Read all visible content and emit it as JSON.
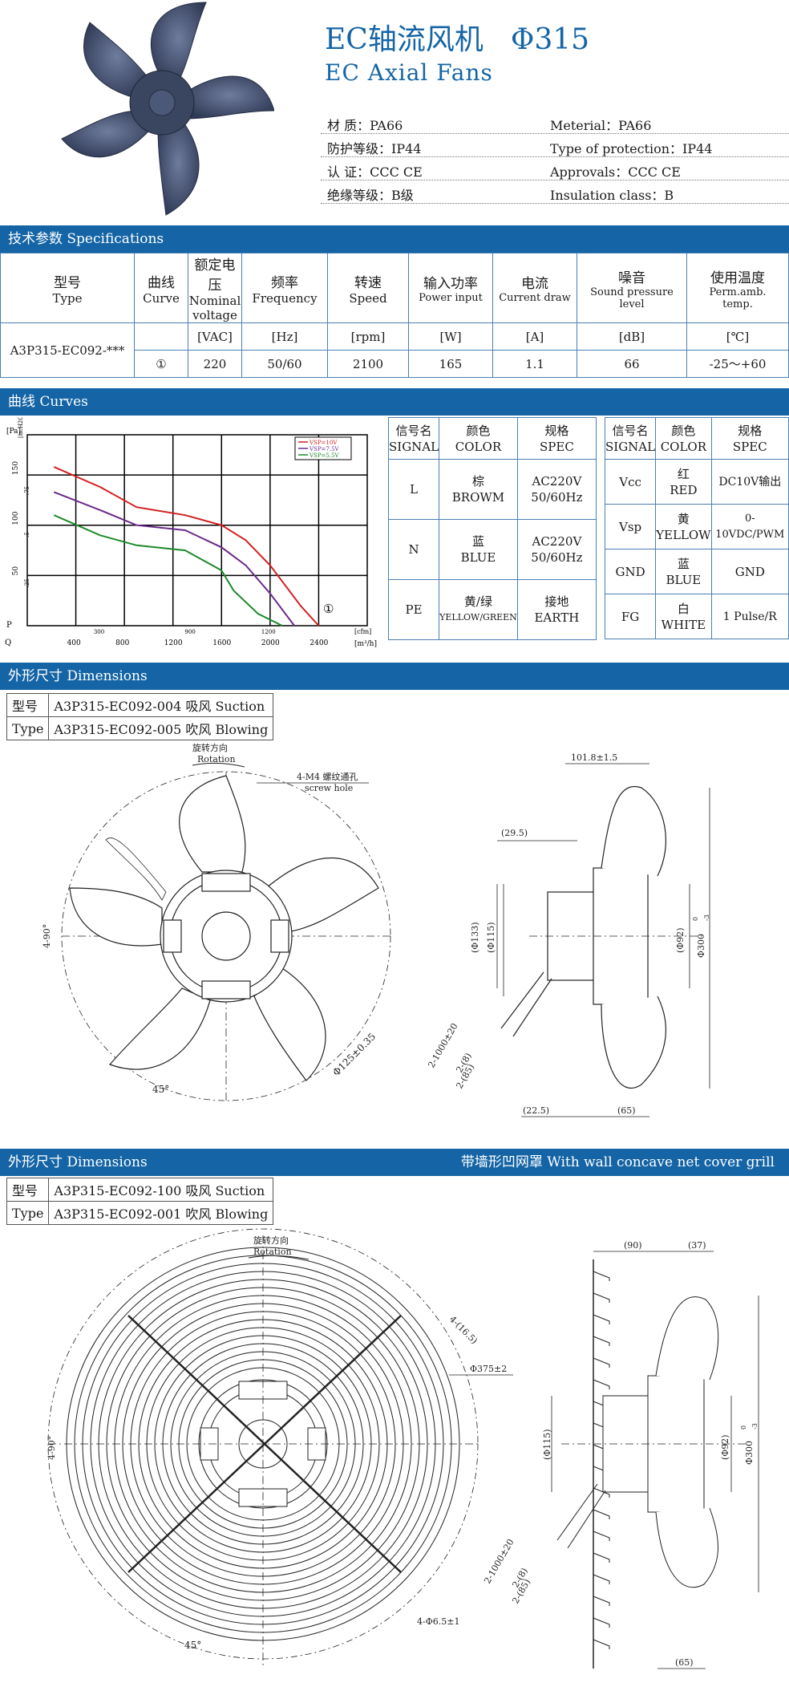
{
  "header": {
    "title_cn": "EC轴流风机",
    "title_num": "Φ315",
    "title_en": "EC Axial Fans"
  },
  "materials": [
    {
      "cn": "材    质：PA66",
      "en": "Meterial：PA66"
    },
    {
      "cn": "防护等级：IP44",
      "en": "Type of protection：IP44"
    },
    {
      "cn": "认    证：CCC CE",
      "en": "Approvals：CCC CE"
    },
    {
      "cn": "绝缘等级：B级",
      "en": "Insulation class：B"
    }
  ],
  "specs": {
    "bar": "技术参数 Specifications",
    "headers": [
      {
        "cn": "型号",
        "en": "Type"
      },
      {
        "cn": "曲线",
        "en": "Curve"
      },
      {
        "cn": "额定电压",
        "en": "Nominal",
        "en2": "voltage"
      },
      {
        "cn": "频率",
        "en": "Frequency"
      },
      {
        "cn": "转速",
        "en": "Speed"
      },
      {
        "cn": "输入功率",
        "en": "Power input"
      },
      {
        "cn": "电流",
        "en": "Current draw"
      },
      {
        "cn": "噪音",
        "en": "Sound pressure",
        "en2": "level"
      },
      {
        "cn": "使用温度",
        "en": "Perm.amb.",
        "en2": "temp."
      }
    ],
    "units": [
      "[VAC]",
      "[Hz]",
      "[rpm]",
      "[W]",
      "[A]",
      "[dB]",
      "[℃]"
    ],
    "model": "A3P315-EC092-***",
    "values": [
      "①",
      "220",
      "50/60",
      "2100",
      "165",
      "1.1",
      "66",
      "-25～+60"
    ]
  },
  "curves": {
    "bar": "曲线 Curves",
    "y_unit": "[Pa]",
    "y_unit2": "[in.H2O]",
    "x_unit": "[m³/h]",
    "x_unit2": "[cfm]",
    "yaxis_letter": "P",
    "xaxis_letter": "Q",
    "y_ticks": [
      "50",
      "100",
      "150"
    ],
    "y2_ticks": [
      ".25",
      ".5",
      ".75"
    ],
    "x_ticks": [
      "400",
      "800",
      "1200",
      "1600",
      "2000",
      "2400"
    ],
    "x2_ticks": [
      "300",
      "900",
      "1200"
    ],
    "curve_marker": "①"
  },
  "chart_data": {
    "type": "line",
    "xlabel": "[m³/h]",
    "ylabel": "[Pa]",
    "xlim": [
      0,
      2800
    ],
    "ylim": [
      0,
      190
    ],
    "series": [
      {
        "name": "VSP=10V",
        "color": "#d42020",
        "x": [
          220,
          600,
          900,
          1300,
          1600,
          1800,
          2000,
          2250,
          2400
        ],
        "y": [
          158,
          138,
          118,
          110,
          100,
          85,
          60,
          20,
          0
        ]
      },
      {
        "name": "VSP=7.5V",
        "color": "#6a2a8a",
        "x": [
          220,
          600,
          900,
          1300,
          1600,
          1800,
          2000,
          2200
        ],
        "y": [
          133,
          115,
          100,
          95,
          78,
          60,
          32,
          0
        ]
      },
      {
        "name": "VSP=5.5V",
        "color": "#1e8a2a",
        "x": [
          220,
          600,
          900,
          1300,
          1600,
          1700,
          1900,
          2100
        ],
        "y": [
          110,
          90,
          80,
          75,
          55,
          35,
          12,
          0
        ]
      }
    ]
  },
  "signals_left": {
    "headers": [
      {
        "cn": "信号名",
        "en": "SIGNAL"
      },
      {
        "cn": "颜色",
        "en": "COLOR"
      },
      {
        "cn": "规格",
        "en": "SPEC"
      }
    ],
    "rows": [
      {
        "sig": "L",
        "c_cn": "棕",
        "c_en": "BROWM",
        "s1": "AC220V",
        "s2": "50/60Hz"
      },
      {
        "sig": "N",
        "c_cn": "蓝",
        "c_en": "BLUE",
        "s1": "AC220V",
        "s2": "50/60Hz"
      },
      {
        "sig": "PE",
        "c_cn": "黄/绿",
        "c_en": "YELLOW/GREEN",
        "s1": "接地",
        "s2": "EARTH"
      }
    ]
  },
  "signals_right": {
    "headers": [
      {
        "cn": "信号名",
        "en": "SIGNAL"
      },
      {
        "cn": "颜色",
        "en": "COLOR"
      },
      {
        "cn": "规格",
        "en": "SPEC"
      }
    ],
    "rows": [
      {
        "sig": "Vcc",
        "c_cn": "红",
        "c_en": "RED",
        "s1": "DC10V输出"
      },
      {
        "sig": "Vsp",
        "c_cn": "黄",
        "c_en": "YELLOW",
        "s1": "0-10VDC/PWM"
      },
      {
        "sig": "GND",
        "c_cn": "蓝",
        "c_en": "BLUE",
        "s1": "GND"
      },
      {
        "sig": "FG",
        "c_cn": "白",
        "c_en": "WHITE",
        "s1": "1 Pulse/R"
      }
    ]
  },
  "dim1": {
    "bar": "外形尺寸 Dimensions",
    "type_cn": "型号",
    "type_en": "Type",
    "model_a": "A3P315-EC092-004 吸风 Suction",
    "model_b": "A3P315-EC092-005 吹风 Blowing",
    "rot_cn": "旋转方向",
    "rot_en": "Rotation",
    "screw_cn": "4-M4 螺纹通孔",
    "screw_en": "screw hole",
    "angle90": "4-90°",
    "angle45": "45°",
    "pcd": "Φ125±0.35",
    "d_width": "101.8±1.5",
    "d_295": "(29.5)",
    "d_133": "(Φ133)",
    "d_115": "(Φ115)",
    "d_92": "(Φ92)",
    "d_300": "Φ300",
    "d_300sup": "0",
    "d_300sub": "-3",
    "cable1": "2-1000±20",
    "cable2": "2-(8)",
    "cable3": "2-(85)",
    "d_225": "(22.5)",
    "d_65": "(65)"
  },
  "dim2": {
    "bar": "外形尺寸 Dimensions",
    "bar_right": "带墙形凹网罩 With wall concave net cover grill",
    "type_cn": "型号",
    "type_en": "Type",
    "model_a": "A3P315-EC092-100 吸风 Suction",
    "model_b": "A3P315-EC092-001 吹风 Blowing",
    "rot_cn": "旋转方向",
    "rot_en": "Rotation",
    "d_165": "4-(16.5)",
    "d_375": "Φ375±2",
    "angle90": "4-90°",
    "angle45": "45°",
    "hole": "4-Φ6.5±1",
    "d_90": "(90)",
    "d_37": "(37)",
    "d_115": "(Φ115)",
    "d_92": "(Φ92)",
    "d_300": "Φ300",
    "d_300sup": "0",
    "d_300sub": "-3",
    "cable1": "2-1000±20",
    "cable2": "2-(8)",
    "cable3": "2-(85)",
    "d_65": "(65)"
  }
}
